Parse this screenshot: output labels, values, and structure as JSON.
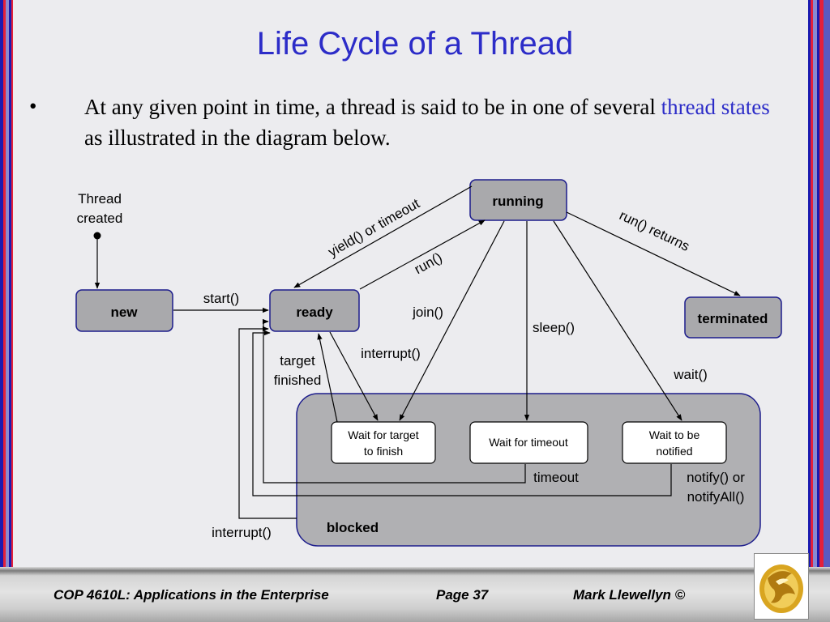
{
  "slide": {
    "title": "Life Cycle of a Thread",
    "bullet_symbol": "•",
    "bullet_before": "At any given point in time, a thread is said to be in one of several",
    "bullet_highlight": "thread states",
    "bullet_after": " as illustrated in the diagram below."
  },
  "diagram": {
    "thread_created_line1": "Thread",
    "thread_created_line2": "created",
    "states": {
      "new": "new",
      "ready": "ready",
      "running": "running",
      "terminated": "terminated",
      "blocked": "blocked"
    },
    "waits": {
      "target_line1": "Wait for target",
      "target_line2": "to finish",
      "timeout": "Wait for timeout",
      "notified_line1": "Wait to be",
      "notified_line2": "notified"
    },
    "transitions": {
      "start": "start()",
      "yield_or_timeout": "yield() or timeout",
      "run": "run()",
      "run_returns": "run() returns",
      "join": "join()",
      "sleep": "sleep()",
      "wait": "wait()",
      "interrupt_inner": "interrupt()",
      "target_finished_line1": "target",
      "target_finished_line2": "finished",
      "timeout": "timeout",
      "notify_line1": "notify() or",
      "notify_line2": "notifyAll()",
      "interrupt_outer": "interrupt()"
    }
  },
  "footer": {
    "course": "COP 4610L: Applications in the Enterprise",
    "page": "Page 37",
    "author": "Mark Llewellyn ©"
  },
  "colors": {
    "title": "#2c2cc8",
    "state_fill": "#a9a9ac",
    "state_border": "#1c1c8c",
    "blocked_fill": "#b0b0b3",
    "logo_gold": "#d9a520"
  },
  "logo": {
    "icon": "pegasus-logo-icon"
  }
}
